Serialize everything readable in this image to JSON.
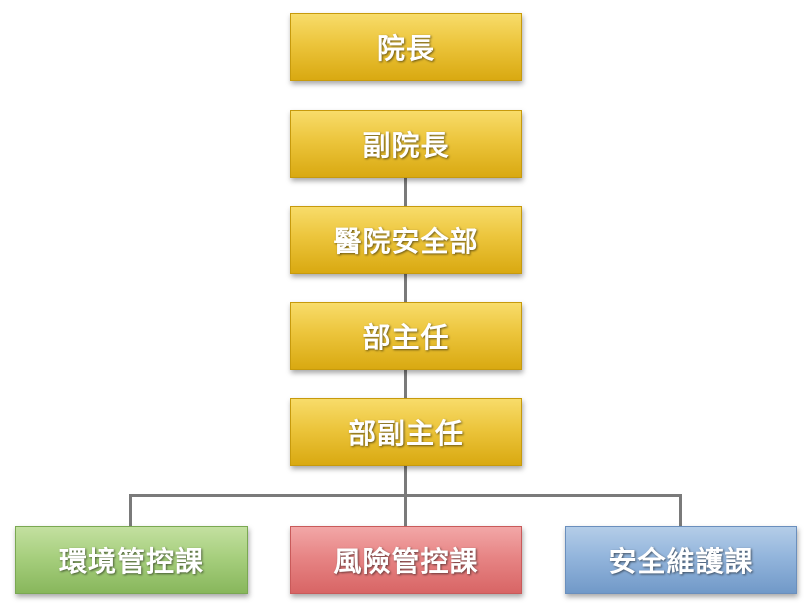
{
  "chain": [
    {
      "label": "院長"
    },
    {
      "label": "副院長"
    },
    {
      "label": "醫院安全部"
    },
    {
      "label": "部主任"
    },
    {
      "label": "部副主任"
    }
  ],
  "sections": [
    {
      "label": "環境管控課",
      "color": "#a7cf7e"
    },
    {
      "label": "風險管控課",
      "color": "#e78585"
    },
    {
      "label": "安全維護課",
      "color": "#93b5dc"
    }
  ],
  "colors": {
    "chain_box": "#ecc53c",
    "connector": "#7a7a7a"
  }
}
